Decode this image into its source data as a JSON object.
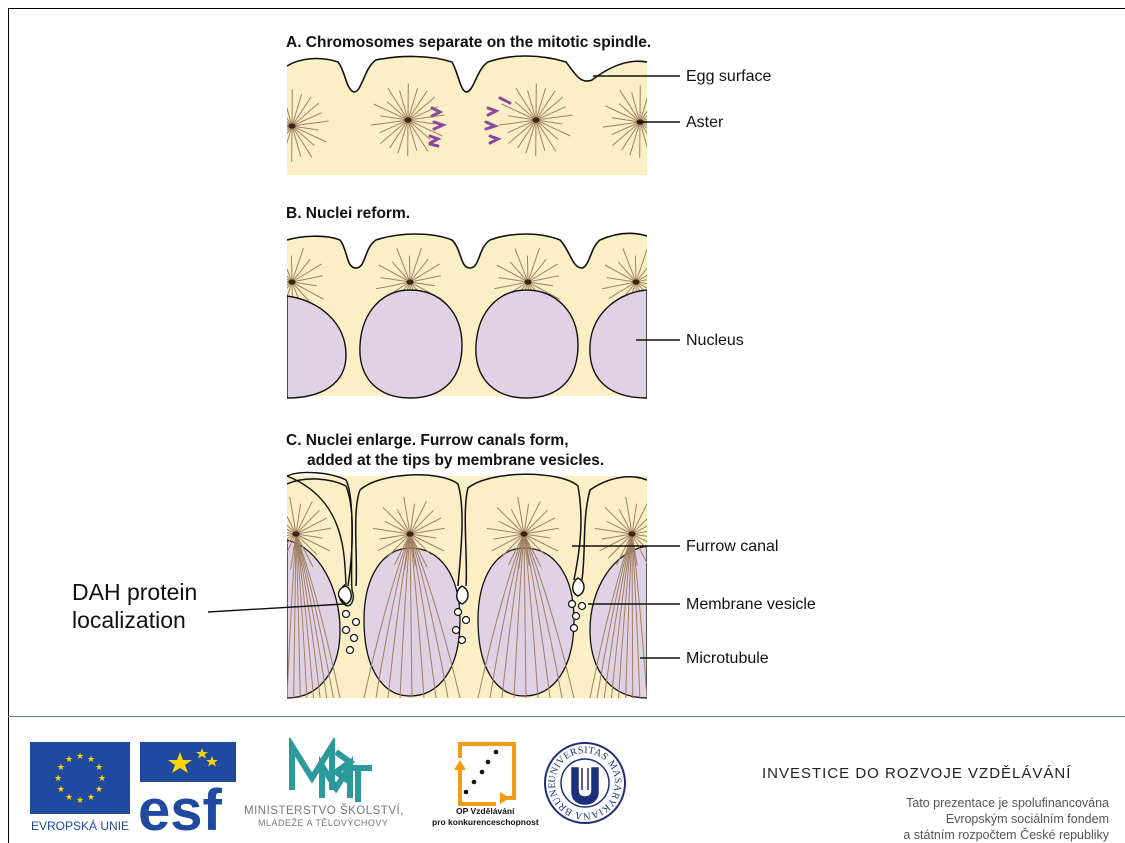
{
  "panels": {
    "a_title": "A. Chromosomes separate on the mitotic spindle.",
    "b_title": "B. Nuclei reform.",
    "c_title_line1": "C.  Nuclei enlarge. Furrow canals form,",
    "c_title_line2": "added at the tips by membrane vesicles."
  },
  "labels": {
    "egg_surface": "Egg surface",
    "aster": "Aster",
    "nucleus": "Nucleus",
    "furrow_canal": "Furrow canal",
    "membrane_vesicle": "Membrane vesicle",
    "microtubule": "Microtubule",
    "dah_line1": "DAH protein",
    "dah_line2": "localization"
  },
  "footer": {
    "eu_label": "EVROPSKÁ UNIE",
    "esf_label": "esf",
    "msmt_line1": "MINISTERSTVO ŠKOLSTVÍ,",
    "msmt_line2": "MLÁDEŽE A TĚLOVÝCHOVY",
    "op_line1": "OP Vzdělávání",
    "op_line2": "pro konkurenceschopnost",
    "muni_ring_text": "UNIVERSITAS MASARYKIANA BRUNENSIS",
    "investice": "INVESTICE DO ROZVOJE VZDĚLÁVÁNÍ",
    "funding_line1": "Tato prezentace je spolufinancována",
    "funding_line2": "Evropským sociálním fondem",
    "funding_line3": "a státním rozpočtem České republiky"
  },
  "colors": {
    "cytoplasm": "#fcefc6",
    "nucleus": "#e0d2e4",
    "fibers": "#a08062",
    "chromosomes": "#8a4a9e",
    "eu_blue": "#1f4aa0",
    "eu_star": "#ffd500"
  }
}
